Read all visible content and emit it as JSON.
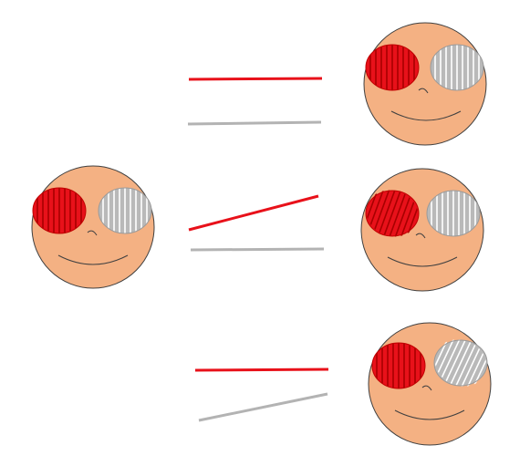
{
  "colors": {
    "skin": "#f4b183",
    "outline": "#404040",
    "red_lens": "#e8111a",
    "red_stripe": "#a80000",
    "gray_lens": "#b9b9b9",
    "gray_stripe": "#ffffff",
    "red_line": "#e8111a",
    "gray_line": "#b3b3b3"
  },
  "faces": [
    {
      "id": "source",
      "red_lens_stripes": "vertical",
      "gray_lens_stripes": "vertical"
    },
    {
      "id": "top",
      "red_lens_stripes": "vertical",
      "gray_lens_stripes": "vertical"
    },
    {
      "id": "middle",
      "red_lens_stripes": "tilted",
      "gray_lens_stripes": "vertical"
    },
    {
      "id": "bottom",
      "red_lens_stripes": "vertical",
      "gray_lens_stripes": "tilted"
    }
  ],
  "line_pairs": [
    {
      "id": "top",
      "red": "horizontal",
      "gray": "horizontal"
    },
    {
      "id": "middle",
      "red": "tilted",
      "gray": "horizontal"
    },
    {
      "id": "bottom",
      "red": "horizontal",
      "gray": "tilted"
    }
  ]
}
